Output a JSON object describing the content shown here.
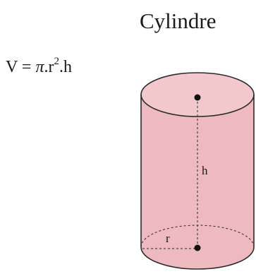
{
  "title": "Cylindre",
  "formula": {
    "lhs": "V",
    "equals": "=",
    "pi": "π",
    "dot1": ".",
    "r": "r",
    "exponent": "2",
    "dot2": ".",
    "h": "h"
  },
  "diagram": {
    "height_label": "h",
    "radius_label": "r"
  },
  "colors": {
    "cylinder_fill": "#eeb9bf",
    "top_fill": "#f3c8cc",
    "outline": "#2b2b2b"
  }
}
